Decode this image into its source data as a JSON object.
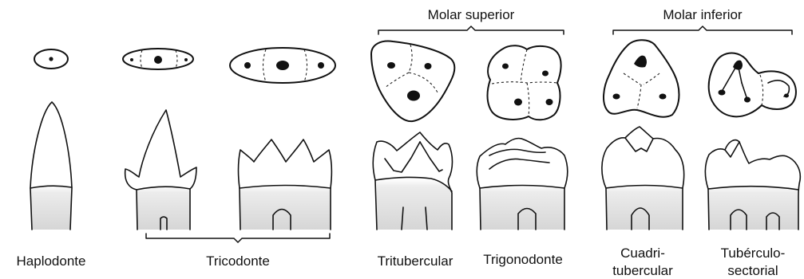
{
  "groups": {
    "molar_superior": "Molar superior",
    "molar_inferior": "Molar inferior"
  },
  "types": {
    "haplodonte": "Haplodonte",
    "tricodonte": "Tricodonte",
    "tritubercular": "Tritubercular",
    "trigonodonte": "Trigonodonte",
    "cuadritubercular_line1": "Cuadri-",
    "cuadritubercular_line2": "tubercular",
    "tuberculosectorial_line1": "Tubérculo-",
    "tuberculosectorial_line2": "sectorial"
  },
  "colors": {
    "ink": "#111111",
    "root_shade": "#d9d9d9",
    "background": "#ffffff"
  }
}
